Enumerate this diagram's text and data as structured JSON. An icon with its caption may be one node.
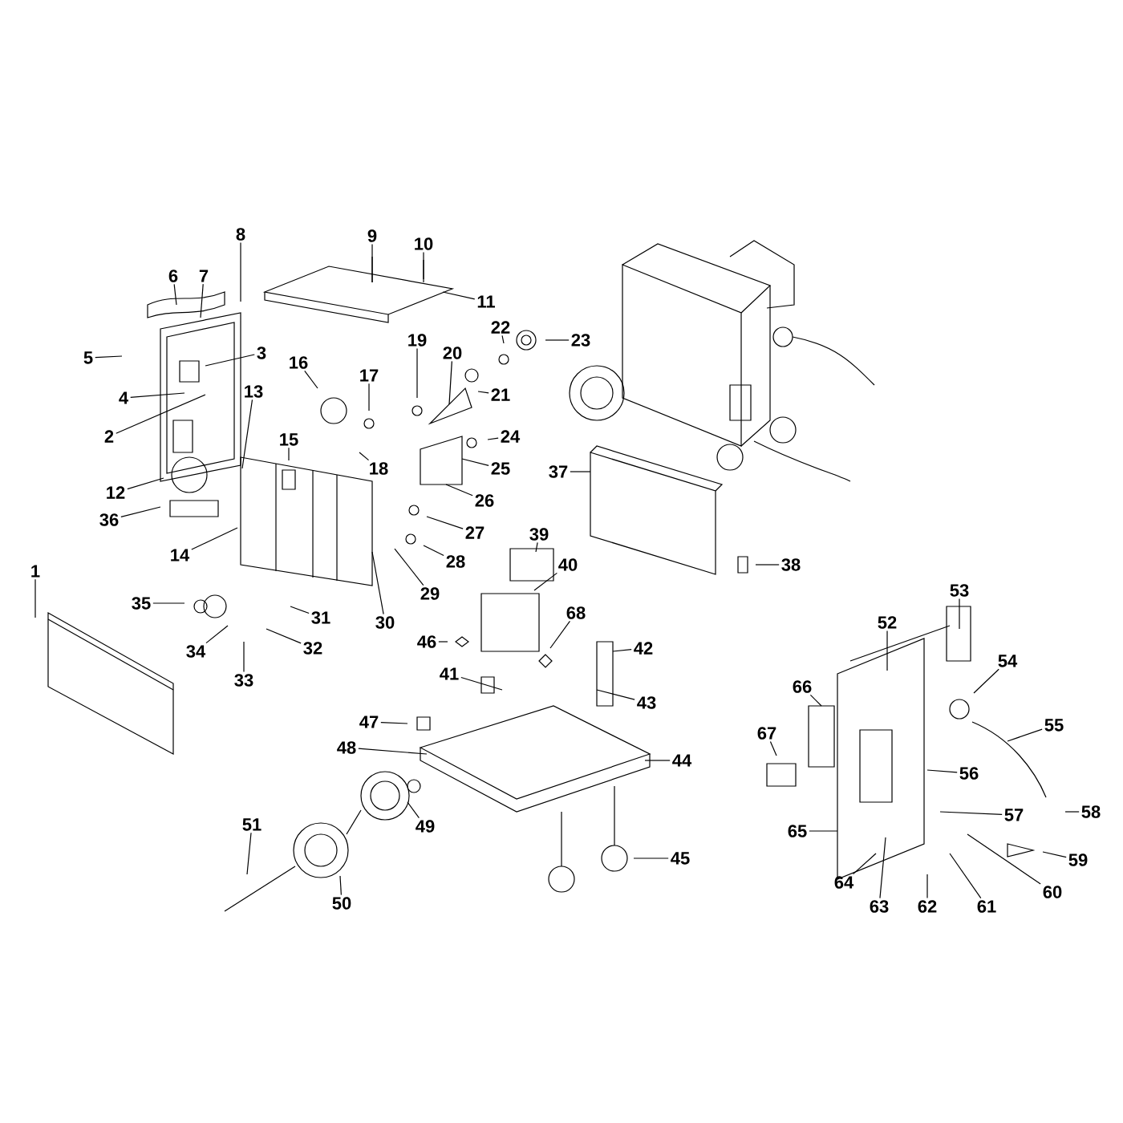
{
  "diagram": {
    "nodes": [
      {
        "text": [
          "1"
        ]
      },
      {
        "text": [
          "2"
        ]
      },
      {
        "text": [
          "3"
        ]
      },
      {
        "text": [
          "4"
        ]
      },
      {
        "text": [
          "5"
        ]
      },
      {
        "text": [
          "6"
        ]
      },
      {
        "text": [
          "7"
        ]
      },
      {
        "text": [
          "8"
        ]
      },
      {
        "text": [
          "9"
        ]
      },
      {
        "text": [
          "10"
        ]
      },
      {
        "text": [
          "11"
        ]
      },
      {
        "text": [
          "12"
        ]
      },
      {
        "text": [
          "13"
        ]
      },
      {
        "text": [
          "14"
        ]
      },
      {
        "text": [
          "15"
        ]
      },
      {
        "text": [
          "16"
        ]
      },
      {
        "text": [
          "17"
        ]
      },
      {
        "text": [
          "18"
        ]
      },
      {
        "text": [
          "19"
        ]
      },
      {
        "text": [
          "20"
        ]
      },
      {
        "text": [
          "21"
        ]
      },
      {
        "text": [
          "22"
        ]
      },
      {
        "text": [
          "23"
        ]
      },
      {
        "text": [
          "24"
        ]
      },
      {
        "text": [
          "25"
        ]
      },
      {
        "text": [
          "26"
        ]
      },
      {
        "text": [
          "27"
        ]
      },
      {
        "text": [
          "28"
        ]
      },
      {
        "text": [
          "29"
        ]
      },
      {
        "text": [
          "30"
        ]
      },
      {
        "text": [
          "31"
        ]
      },
      {
        "text": [
          "32"
        ]
      },
      {
        "text": [
          "33"
        ]
      },
      {
        "text": [
          "34"
        ]
      },
      {
        "text": [
          "35"
        ]
      },
      {
        "text": [
          "36"
        ]
      },
      {
        "text": [
          "37"
        ]
      },
      {
        "text": [
          "38"
        ]
      },
      {
        "text": [
          "39"
        ]
      },
      {
        "text": [
          "40"
        ]
      },
      {
        "text": [
          "41"
        ]
      },
      {
        "text": [
          "42"
        ]
      },
      {
        "text": [
          "43"
        ]
      },
      {
        "text": [
          "44"
        ]
      },
      {
        "text": [
          "45"
        ]
      },
      {
        "text": [
          "46"
        ]
      },
      {
        "text": [
          "47"
        ]
      },
      {
        "text": [
          "48"
        ]
      },
      {
        "text": [
          "49"
        ]
      },
      {
        "text": [
          "50"
        ]
      },
      {
        "text": [
          "51"
        ]
      },
      {
        "text": [
          "52"
        ]
      },
      {
        "text": [
          "53"
        ]
      },
      {
        "text": [
          "54"
        ]
      },
      {
        "text": [
          "55"
        ]
      },
      {
        "text": [
          "56"
        ]
      },
      {
        "text": [
          "57"
        ]
      },
      {
        "text": [
          "58"
        ]
      },
      {
        "text": [
          "59"
        ]
      },
      {
        "text": [
          "60"
        ]
      },
      {
        "text": [
          "61"
        ]
      },
      {
        "text": [
          "62"
        ]
      },
      {
        "text": [
          "63"
        ]
      },
      {
        "text": [
          "64"
        ]
      },
      {
        "text": [
          "65"
        ]
      },
      {
        "text": [
          "66"
        ]
      },
      {
        "text": [
          "67"
        ]
      },
      {
        "text": [
          "68"
        ]
      }
    ],
    "edges": [
      {
        "from": 0,
        "to": null,
        "arrow": "none"
      },
      {
        "from": 1,
        "to": null,
        "arrow": "none"
      },
      {
        "from": 2,
        "to": null,
        "arrow": "none"
      },
      {
        "from": 3,
        "to": null,
        "arrow": "none"
      },
      {
        "from": 4,
        "to": null,
        "arrow": "none"
      },
      {
        "from": 5,
        "to": null,
        "arrow": "none"
      },
      {
        "from": 6,
        "to": null,
        "arrow": "none"
      },
      {
        "from": 7,
        "to": null,
        "arrow": "none"
      },
      {
        "from": 8,
        "to": null,
        "arrow": "none"
      },
      {
        "from": 9,
        "to": null,
        "arrow": "none"
      },
      {
        "from": 10,
        "to": null,
        "arrow": "none"
      },
      {
        "from": 11,
        "to": null,
        "arrow": "none"
      },
      {
        "from": 12,
        "to": null,
        "arrow": "none"
      },
      {
        "from": 13,
        "to": null,
        "arrow": "none"
      },
      {
        "from": 14,
        "to": null,
        "arrow": "none"
      },
      {
        "from": 15,
        "to": null,
        "arrow": "none"
      },
      {
        "from": 16,
        "to": null,
        "arrow": "none"
      },
      {
        "from": 17,
        "to": null,
        "arrow": "none"
      },
      {
        "from": 18,
        "to": null,
        "arrow": "none"
      },
      {
        "from": 19,
        "to": null,
        "arrow": "none"
      },
      {
        "from": 20,
        "to": null,
        "arrow": "none"
      },
      {
        "from": 21,
        "to": null,
        "arrow": "none"
      },
      {
        "from": 22,
        "to": null,
        "arrow": "none"
      },
      {
        "from": 23,
        "to": null,
        "arrow": "none"
      },
      {
        "from": 24,
        "to": null,
        "arrow": "none"
      },
      {
        "from": 25,
        "to": null,
        "arrow": "none"
      },
      {
        "from": 26,
        "to": null,
        "arrow": "none"
      },
      {
        "from": 27,
        "to": null,
        "arrow": "none"
      },
      {
        "from": 28,
        "to": null,
        "arrow": "none"
      },
      {
        "from": 29,
        "to": null,
        "arrow": "none"
      },
      {
        "from": 30,
        "to": null,
        "arrow": "none"
      },
      {
        "from": 31,
        "to": null,
        "arrow": "none"
      },
      {
        "from": 32,
        "to": null,
        "arrow": "none"
      },
      {
        "from": 33,
        "to": null,
        "arrow": "none"
      },
      {
        "from": 34,
        "to": null,
        "arrow": "none"
      },
      {
        "from": 35,
        "to": null,
        "arrow": "none"
      },
      {
        "from": 36,
        "to": null,
        "arrow": "none"
      },
      {
        "from": 37,
        "to": null,
        "arrow": "none"
      },
      {
        "from": 38,
        "to": null,
        "arrow": "none"
      },
      {
        "from": 39,
        "to": null,
        "arrow": "none"
      },
      {
        "from": 40,
        "to": null,
        "arrow": "none"
      },
      {
        "from": 41,
        "to": null,
        "arrow": "none"
      },
      {
        "from": 42,
        "to": null,
        "arrow": "none"
      },
      {
        "from": 43,
        "to": null,
        "arrow": "none"
      },
      {
        "from": 44,
        "to": null,
        "arrow": "none"
      },
      {
        "from": 45,
        "to": null,
        "arrow": "none"
      },
      {
        "from": 46,
        "to": null,
        "arrow": "none"
      },
      {
        "from": 47,
        "to": null,
        "arrow": "none"
      },
      {
        "from": 48,
        "to": null,
        "arrow": "none"
      },
      {
        "from": 49,
        "to": null,
        "arrow": "none"
      },
      {
        "from": 50,
        "to": null,
        "arrow": "none"
      },
      {
        "from": 51,
        "to": null,
        "arrow": "none"
      },
      {
        "from": 52,
        "to": null,
        "arrow": "none"
      },
      {
        "from": 53,
        "to": null,
        "arrow": "none"
      },
      {
        "from": 54,
        "to": null,
        "arrow": "none"
      },
      {
        "from": 55,
        "to": null,
        "arrow": "none"
      },
      {
        "from": 56,
        "to": null,
        "arrow": "none"
      },
      {
        "from": 57,
        "to": null,
        "arrow": "none"
      },
      {
        "from": 58,
        "to": null,
        "arrow": "none"
      },
      {
        "from": 59,
        "to": null,
        "arrow": "none"
      },
      {
        "from": 60,
        "to": null,
        "arrow": "none"
      },
      {
        "from": 61,
        "to": null,
        "arrow": "none"
      },
      {
        "from": 62,
        "to": null,
        "arrow": "none"
      },
      {
        "from": 63,
        "to": null,
        "arrow": "none"
      },
      {
        "from": 64,
        "to": null,
        "arrow": "none"
      },
      {
        "from": 65,
        "to": null,
        "arrow": "none"
      },
      {
        "from": 66,
        "to": null,
        "arrow": "none"
      },
      {
        "from": 67,
        "to": null,
        "arrow": "none"
      }
    ]
  }
}
